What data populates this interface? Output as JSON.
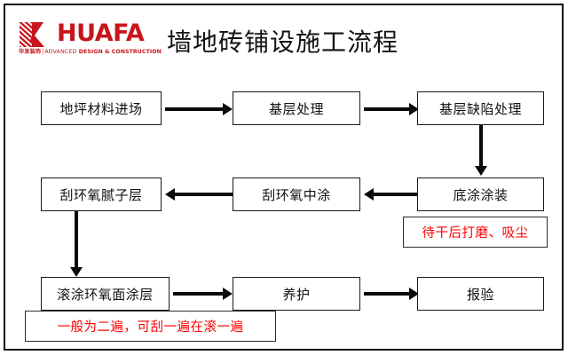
{
  "header": {
    "logo": {
      "mark": "k-monogram-icon",
      "wordmark": "HUAFA",
      "tagline_cn": "华发装饰",
      "tagline_separator": "|",
      "tagline_light": "ADVANCED",
      "tagline_bold": "DESIGN & CONSTRUCTION",
      "brand_color": "#c8151b"
    },
    "title": "墙地砖铺设施工流程"
  },
  "flowchart": {
    "nodes": [
      {
        "id": "n1",
        "label": "地坪材料进场"
      },
      {
        "id": "n2",
        "label": "基层处理"
      },
      {
        "id": "n3",
        "label": "基层缺陷处理"
      },
      {
        "id": "n4",
        "label": "底涂涂装"
      },
      {
        "id": "n5",
        "label": "刮环氧中涂"
      },
      {
        "id": "n6",
        "label": "刮环氧腻子层"
      },
      {
        "id": "n7",
        "label": "滚涂环氧面涂层"
      },
      {
        "id": "n8",
        "label": "养护"
      },
      {
        "id": "n9",
        "label": "报验"
      }
    ],
    "notes": [
      {
        "id": "note1",
        "text": "待干后打磨、吸尘",
        "color": "#ff0000"
      },
      {
        "id": "note2",
        "text": "一般为二遍，可刮一遍在滚一遍",
        "color": "#ff0000"
      }
    ],
    "edges": [
      {
        "from": "n1",
        "to": "n2",
        "direction": "right"
      },
      {
        "from": "n2",
        "to": "n3",
        "direction": "right"
      },
      {
        "from": "n3",
        "to": "n4",
        "direction": "down"
      },
      {
        "from": "n4",
        "to": "n5",
        "direction": "left"
      },
      {
        "from": "n5",
        "to": "n6",
        "direction": "left"
      },
      {
        "from": "n6",
        "to": "n7",
        "direction": "down"
      },
      {
        "from": "n7",
        "to": "n8",
        "direction": "right"
      },
      {
        "from": "n8",
        "to": "n9",
        "direction": "right"
      }
    ]
  }
}
